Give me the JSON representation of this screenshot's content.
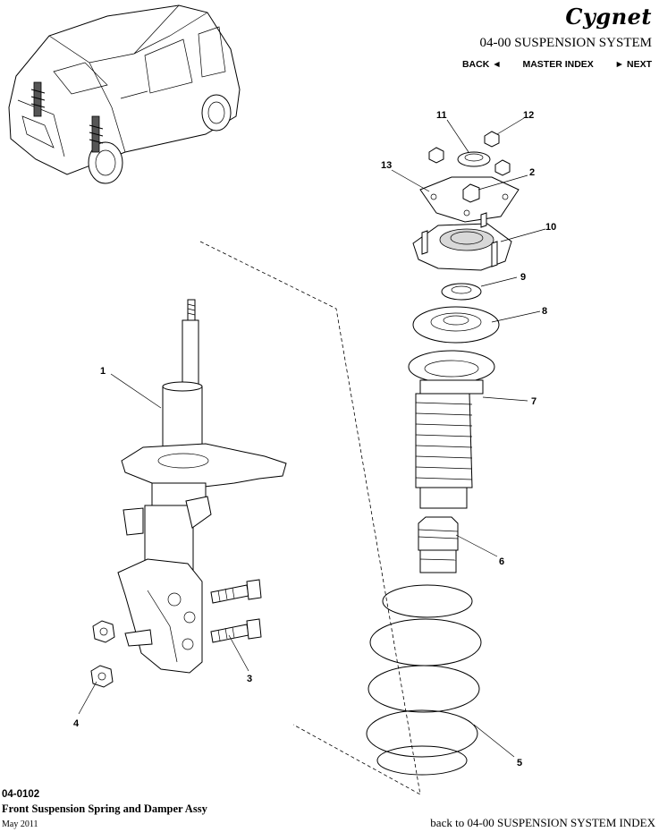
{
  "header": {
    "logo_text": "Cygnet",
    "section_title": "04-00 SUSPENSION SYSTEM",
    "nav": {
      "back": "BACK",
      "back_icon": "◄",
      "master_index": "MASTER INDEX",
      "next_icon": "►",
      "next": "NEXT"
    }
  },
  "diagram": {
    "callouts": [
      "1",
      "2",
      "3",
      "4",
      "5",
      "6",
      "7",
      "8",
      "9",
      "10",
      "11",
      "12",
      "13"
    ]
  },
  "footer": {
    "code": "04-0102",
    "caption": "Front Suspension Spring and Damper Assy",
    "date": "May 2011",
    "back_link": "back to 04-00 SUSPENSION SYSTEM INDEX"
  },
  "icons": {
    "back": "triangle-left-icon",
    "next": "triangle-right-icon"
  }
}
